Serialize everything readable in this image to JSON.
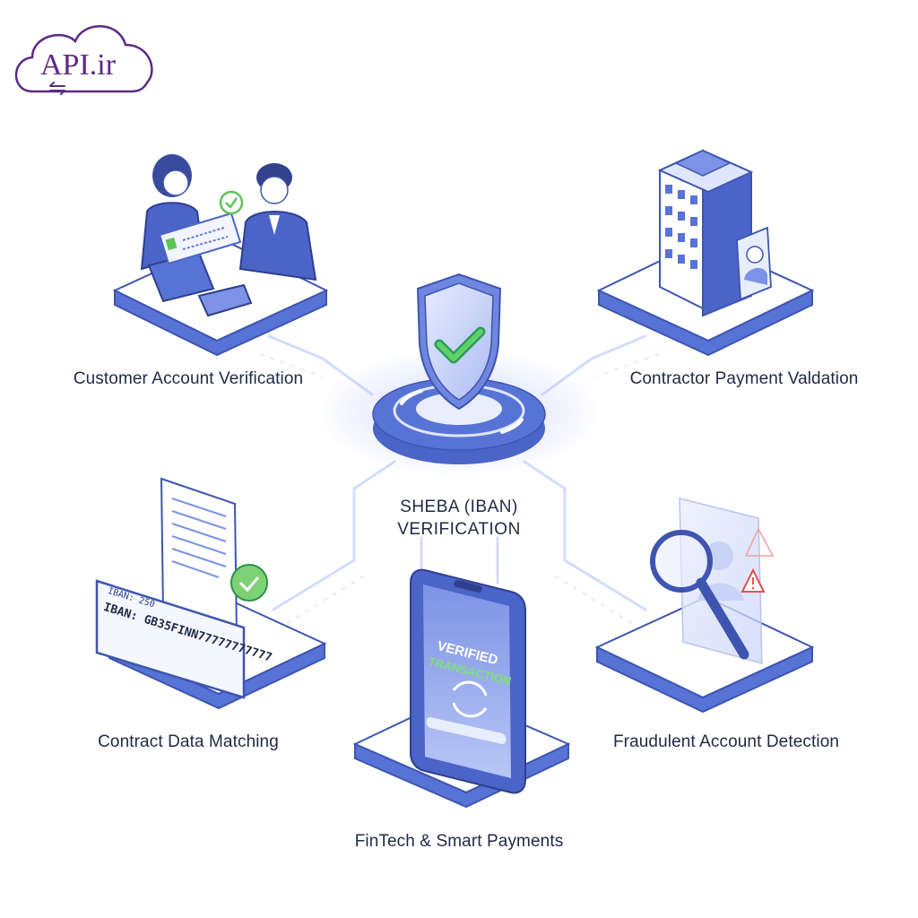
{
  "logo": {
    "text": "API.ir",
    "color": "#5b2a86",
    "icon": "cloud-exchange-icon"
  },
  "center": {
    "line1": "SHEBA (IBAN)",
    "line2": "VERIFICATION",
    "icon": "shield-check-icon"
  },
  "nodes": {
    "customer": {
      "label": "Customer Account Verification",
      "icon": "business-people-laptop-icon"
    },
    "contractor": {
      "label": "Contractor Payment Valdation",
      "icon": "office-building-worker-icon"
    },
    "contract": {
      "label": "Contract Data Matching",
      "icon": "document-iban-card-icon"
    },
    "fraud": {
      "label": "Fraudulent Account Detection",
      "icon": "magnifier-alert-icon"
    },
    "fintech": {
      "label": "FinTech & Smart Payments",
      "icon": "smartphone-transaction-icon"
    }
  },
  "details": {
    "iban_card_line1": "IBAN: 250",
    "iban_card_line2": "IBAN: GB35FINN77777777777",
    "phone_line1": "VERIFIED",
    "phone_line2": "TRANSACTION"
  },
  "colors": {
    "accent": "#4a64c8",
    "text": "#1f2a44",
    "check": "#5fc35a",
    "alert": "#e05050"
  }
}
